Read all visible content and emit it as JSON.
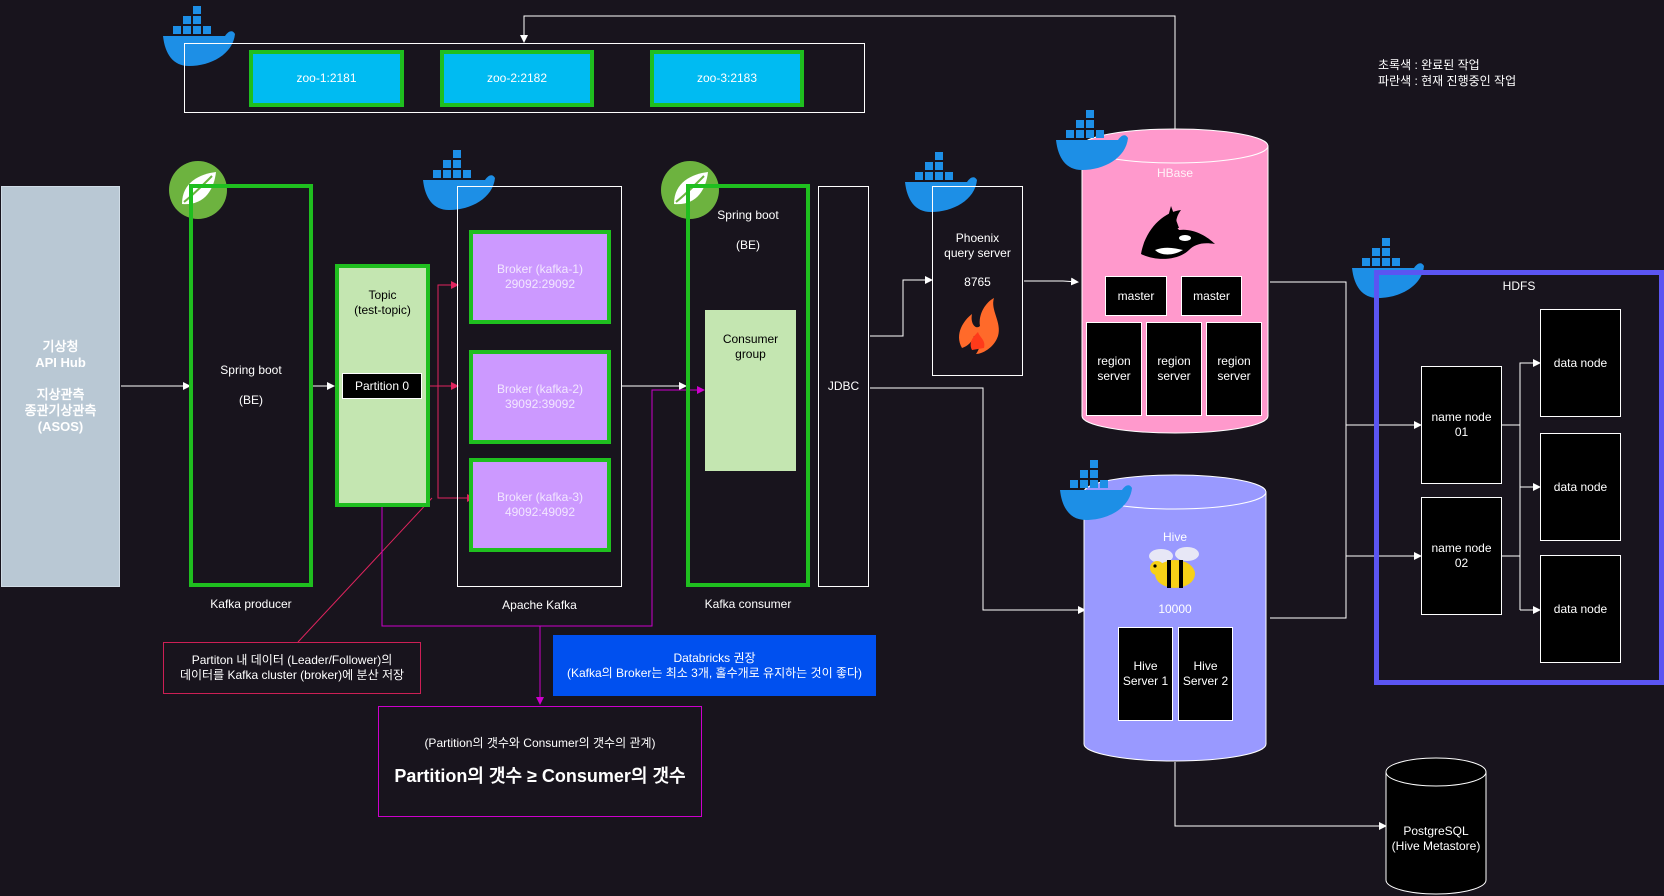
{
  "legend": {
    "green": "초록색 : 완료된 작업",
    "blue": "파란색 : 현재 진행중인 작업"
  },
  "source": {
    "title": "기상청\nAPI Hub",
    "subtitle": "지상관측\n종관기상관측\n(ASOS)"
  },
  "zookeeper": [
    "zoo-1:2181",
    "zoo-2:2182",
    "zoo-3:2183"
  ],
  "producer": {
    "inner": "Spring boot\n\n(BE)",
    "caption": "Kafka producer"
  },
  "topic": {
    "title": "Topic\n(test-topic)",
    "partition": "Partition 0"
  },
  "brokers": [
    "Broker (kafka-1)\n29092:29092",
    "Broker (kafka-2)\n39092:39092",
    "Broker (kafka-3)\n49092:49092"
  ],
  "kafka_caption": "Apache Kafka",
  "consumer": {
    "title": "Spring boot\n\n(BE)",
    "group": "Consumer\ngroup",
    "caption": "Kafka consumer"
  },
  "jdbc": "JDBC",
  "phoenix": {
    "title": "Phoenix\nquery server",
    "port": "8765"
  },
  "hbase": {
    "title": "HBase",
    "masters": [
      "master",
      "master"
    ],
    "regions": [
      "region\nserver",
      "region\nserver",
      "region\nserver"
    ]
  },
  "hive": {
    "title": "Hive",
    "port": "10000",
    "servers": [
      "Hive\nServer 1",
      "Hive\nServer 2"
    ]
  },
  "hdfs": {
    "title": "HDFS",
    "name_nodes": [
      "name node\n01",
      "name node\n02"
    ],
    "data_nodes": [
      "data node",
      "data node",
      "data node"
    ]
  },
  "postgres": "PostgreSQL\n(Hive Metastore)",
  "partition_note": "Partiton 내 데이터 (Leader/Follower)의\n데이터를 Kafka cluster (broker)에 분산 저장",
  "databricks": {
    "title": "Databricks 권장",
    "body": "(Kafka의 Broker는 최소 3개, 홀수개로 유지하는 것이 좋다)"
  },
  "relation": {
    "small": "(Partition의 갯수와 Consumer의 갯수의 관계)",
    "big": "Partition의 갯수 ≥ Consumer의 갯수"
  },
  "colors": {
    "background": "#18141d",
    "green_border": "#1fbf1f",
    "broker_fill": "#cc99ff",
    "zoo_fill": "#00bbf2",
    "consumer_group_fill": "#c4e6b1",
    "hbase_fill": "#ff99cc",
    "hive_fill": "#9999ff",
    "hdfs_border": "#5b55f2",
    "databricks_fill": "#0050ef",
    "magenta": "#cc00cc",
    "crimson": "#cc1f55"
  }
}
